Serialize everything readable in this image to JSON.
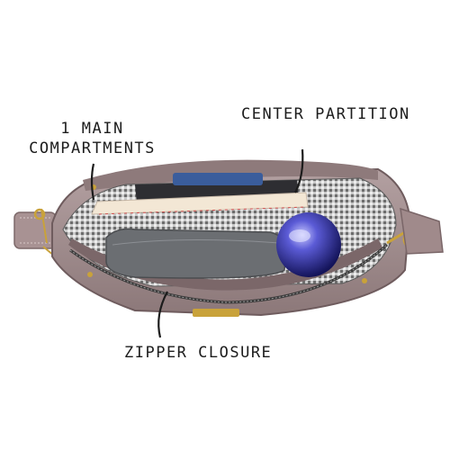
{
  "callouts": {
    "main_compartments_line1": "1 MAIN",
    "main_compartments_line2": "COMPARTMENTS",
    "center_partition": "CENTER PARTITION",
    "zipper_closure": "ZIPPER CLOSURE"
  },
  "colors": {
    "bag_leather": "#9e8a8b",
    "bag_leather_dark": "#7a6668",
    "lining_gray": "#8d8d8d",
    "zipper_gold": "#c9a23a",
    "bottle_purple": "#3a3a9e",
    "card_holder": "#6b6e72"
  }
}
